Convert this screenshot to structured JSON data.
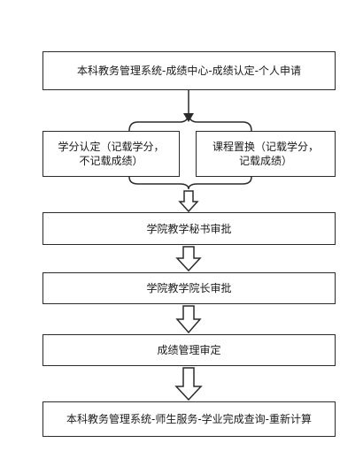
{
  "flowchart": {
    "steps": [
      {
        "id": "b1",
        "text": "本科教务管理系统-成绩中心-成绩认定-个人申请"
      },
      {
        "id": "b2",
        "text": "学分认定（记载学分，\n不记载成绩）"
      },
      {
        "id": "b3",
        "text": "课程置换（记载学分，\n记载成绩）"
      },
      {
        "id": "b4",
        "text": "学院教学秘书审批"
      },
      {
        "id": "b5",
        "text": "学院教学院长审批"
      },
      {
        "id": "b6",
        "text": "成绩管理审定"
      },
      {
        "id": "b7",
        "text": "本科教务管理系统-师生服务-学业完成查询-重新计算"
      }
    ]
  }
}
